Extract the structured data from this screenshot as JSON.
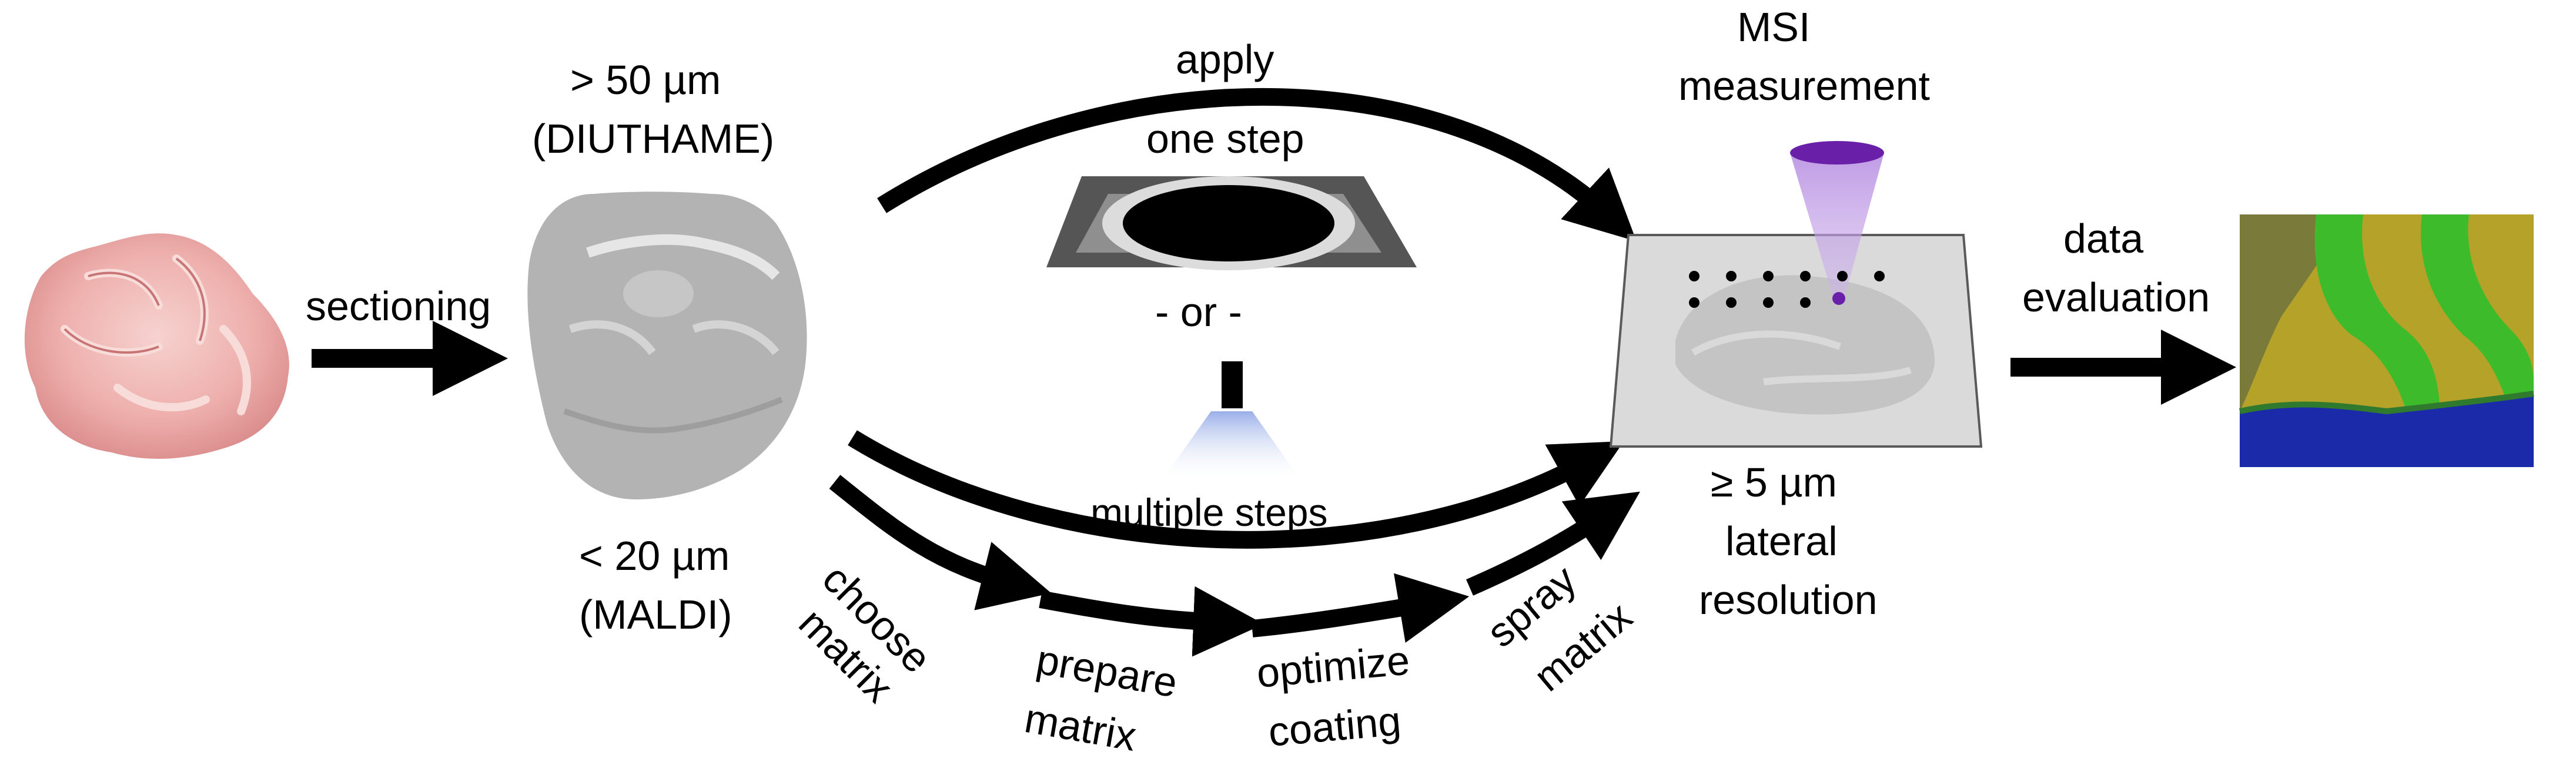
{
  "labels": {
    "sectioning": "sectioning",
    "thick_line1": "> 50 µm",
    "thick_line2": "(DIUTHAME)",
    "thin_line1": "< 20 µm",
    "thin_line2": "(MALDI)",
    "apply": "apply",
    "one_step": "one step",
    "or": "- or -",
    "multiple_steps": "multiple steps",
    "choose_matrix_1": "choose",
    "choose_matrix_2": "matrix",
    "prepare_matrix_1": "prepare",
    "prepare_matrix_2": "matrix",
    "optimize_coating_1": "optimize",
    "optimize_coating_2": "coating",
    "spray_matrix_1": "spray",
    "spray_matrix_2": "matrix",
    "msi_1": "MSI",
    "msi_2": "measurement",
    "resolution_1": "≥ 5 µm",
    "resolution_2": "lateral",
    "resolution_3": "resolution",
    "data_eval_1": "data",
    "data_eval_2": "evaluation"
  },
  "colors": {
    "arrow": "#000000",
    "tissue": "#e9a6a6",
    "laser": "#7a2fb5",
    "laser_cone": "#c6a6e6",
    "slide": "#d9d9d9",
    "ion_green": "#3dbb2a",
    "ion_blue": "#1a2aa8",
    "ion_yellow": "#c9b52a"
  },
  "icons": {
    "tissue": "brain-tissue-photo",
    "section": "brain-section-grayscale",
    "diuthame_chip": "diuthame-membrane-chip",
    "sprayer": "spray-nozzle-icon",
    "laser": "laser-cone-icon",
    "ion_image": "ion-image-heatmap"
  }
}
